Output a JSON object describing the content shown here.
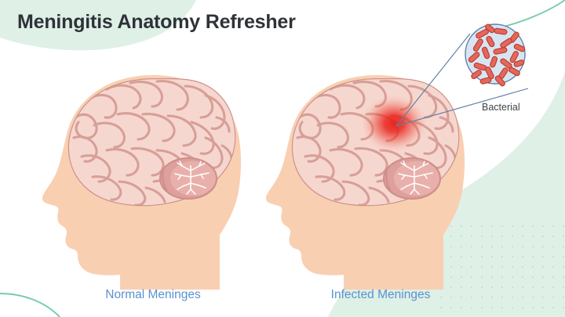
{
  "page": {
    "title": "Meningitis Anatomy Refresher",
    "background_color": "#ffffff",
    "title_color": "#2e3338"
  },
  "decor": {
    "mint_fill": "#dff0e7",
    "mint_line": "#79ccaa",
    "dot_color": "#bfe0d0"
  },
  "figures": [
    {
      "name": "normal-head",
      "caption": "Normal Meninges",
      "caption_color": "#5b92d0",
      "skin_color": "#f9cfb2",
      "brain_color": "#f6d7cf",
      "sulci_color": "#dba8a0",
      "cerebellum_color": "#dda09c",
      "inflamed": false
    },
    {
      "name": "infected-head",
      "caption": "Infected Meninges",
      "caption_color": "#5b92d0",
      "skin_color": "#f9cfb2",
      "brain_color": "#f6d7cf",
      "sulci_color": "#dba8a0",
      "cerebellum_color": "#dda09c",
      "inflamed": true,
      "inflammation_color": "#e8211a"
    }
  ],
  "magnifier": {
    "label": "Bacterial",
    "label_color": "#3f4347",
    "circle_fill": "#d7e5f2",
    "circle_stroke": "#5b7fa6",
    "bacteria_fill": "#e2675c",
    "bacteria_stroke": "#c0392b",
    "connector_color": "#5b7fa6",
    "bacteria_count": 22
  }
}
